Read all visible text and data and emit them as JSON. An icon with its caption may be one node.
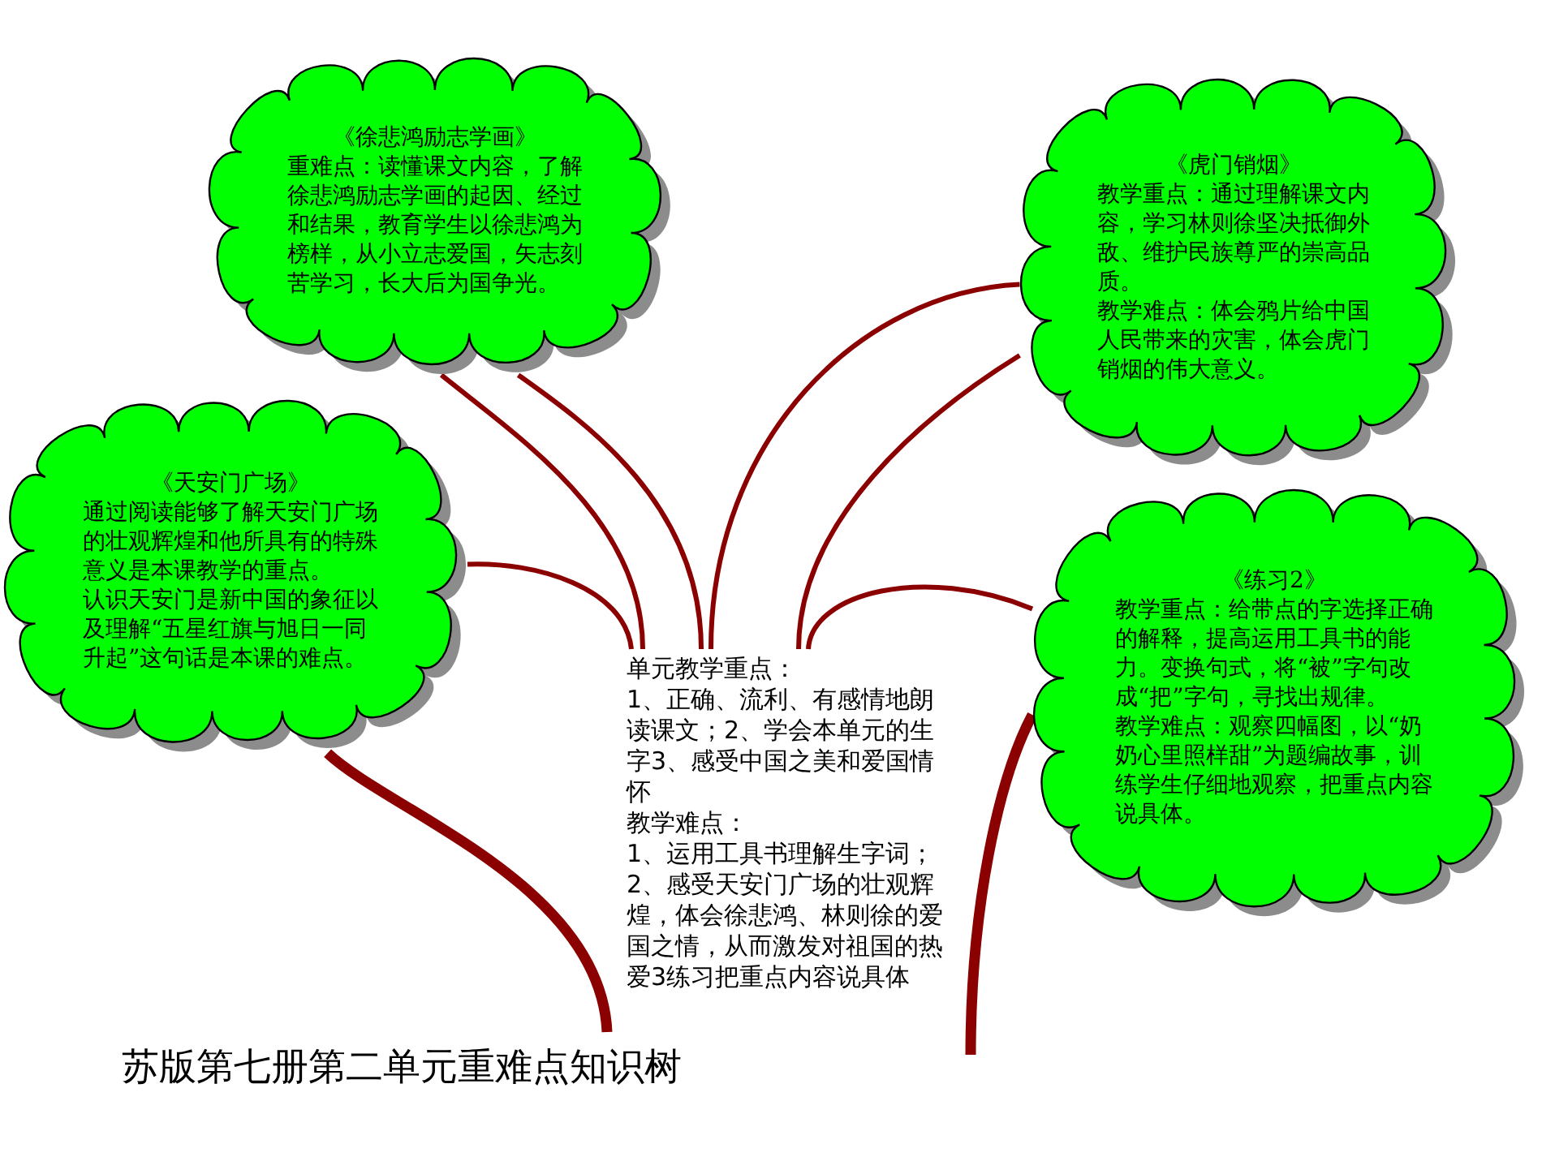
{
  "diagram": {
    "title": "苏版第七册第二单元重难点知识树",
    "nodes": [
      {
        "text": [
          "《徐悲鸿励志学画》",
          "重难点：读懂课文内容，了解徐悲鸿励志学画的起因、经过和结果，教育学生以徐悲鸿为榜样，从小立志爱国，矢志刻苦学习，长大后为国争光。"
        ]
      },
      {
        "text": [
          "《虎门销烟》",
          "教学重点：通过理解课文内容，学习林则徐坚决抵御外敌、维护民族尊严的崇高品质。",
          "教学难点：体会鸦片给中国人民带来的灾害，体会虎门销烟的伟大意义。"
        ]
      },
      {
        "text": [
          "《天安门广场》",
          "通过阅读能够了解天安门广场的壮观辉煌和他所具有的特殊意义是本课教学的重点。",
          "认识天安门是新中国的象征以及理解“五星红旗与旭日一同升起”这句话是本课的难点。"
        ]
      },
      {
        "text": [
          "《练习2》",
          "教学重点：给带点的字选择正确的解释，提高运用工具书的能力。变换句式，将“被”字句改成“把”字句，寻找出规律。",
          "教学难点：观察四幅图，以“奶奶心里照样甜”为题编故事，训练学生仔细地观察，把重点内容说具体。"
        ]
      },
      {
        "text": [
          "单元教学重点：",
          "1、正确、流利、有感情地朗读课文；2、学会本单元的生字3、感受中国之美和爱国情怀",
          "教学难点：",
          "1、运用工具书理解生字词；2、感受天安门广场的壮观辉煌，体会徐悲鸿、林则徐的爱国之情，从而激发对祖国的热爱3练习把重点内容说具体"
        ]
      }
    ],
    "edges": [
      {
        "from": 4,
        "to": 0,
        "arrow": "none"
      },
      {
        "from": 4,
        "to": 0,
        "arrow": "none"
      },
      {
        "from": 4,
        "to": 1,
        "arrow": "none"
      },
      {
        "from": 4,
        "to": 1,
        "arrow": "none"
      },
      {
        "from": 4,
        "to": 3,
        "arrow": "none"
      },
      {
        "from": 4,
        "to": 2,
        "arrow": "none"
      },
      {
        "from": null,
        "to": 2,
        "arrow": "none",
        "style": "thick"
      },
      {
        "from": null,
        "to": 3,
        "arrow": "none",
        "style": "thick"
      }
    ]
  }
}
